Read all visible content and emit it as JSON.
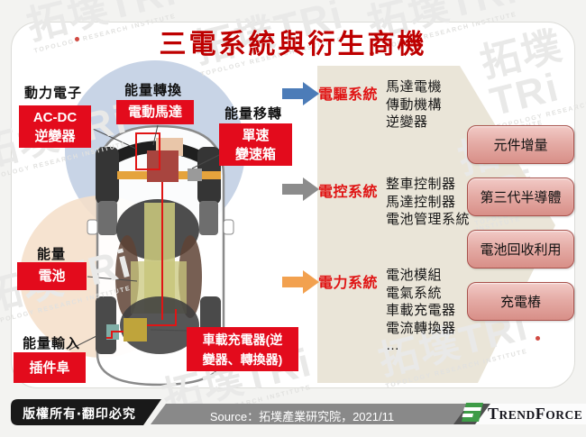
{
  "title": "三電系統與衍生商機",
  "watermark": {
    "brand": "拓墣TRi",
    "subtitle": "TOPOLOGY RESEARCH INSTITUTE"
  },
  "car_labels": {
    "power_electronics": {
      "caption": "動力電子",
      "line1": "AC-DC",
      "line2": "逆變器"
    },
    "energy_conversion": {
      "caption": "能量轉換",
      "line1": "電動馬達"
    },
    "energy_transfer": {
      "caption": "能量移轉",
      "line1": "單速",
      "line2": "變速箱"
    },
    "energy": {
      "caption": "能量",
      "line1": "電池"
    },
    "energy_input": {
      "caption": "能量輸入",
      "line1": "插件阜"
    },
    "onboard_charger": {
      "line1": "車載充電器(逆",
      "line2": "變器、轉換器)"
    }
  },
  "systems": [
    {
      "name": "電驅系統",
      "arrow_color": "#4c7cb8",
      "items": [
        "馬達電機",
        "傳動機構",
        "逆變器"
      ]
    },
    {
      "name": "電控系統",
      "arrow_color": "#8c8c8c",
      "items": [
        "整車控制器",
        "馬達控制器",
        "電池管理系統"
      ]
    },
    {
      "name": "電力系統",
      "arrow_color": "#f2a14f",
      "items": [
        "電池模組",
        "電氣系統",
        "車載充電器",
        "電流轉換器",
        "…"
      ]
    }
  ],
  "opportunities": [
    {
      "label": "元件增量"
    },
    {
      "label": "第三代半導體"
    },
    {
      "label": "電池回收利用"
    },
    {
      "label": "充電樁"
    }
  ],
  "footer": {
    "copyright": "版權所有‧翻印必究",
    "source": "Source：拓墣產業研究院，2021/11",
    "brand": "TRENDFORCE",
    "brand_t": "T",
    "brand_rend": "REND",
    "brand_f": "F",
    "brand_orce": "ORCE"
  },
  "colors": {
    "title": "#be0000",
    "label_box": "#e30b1c",
    "system_name": "#e01414",
    "panel": "#eae5d8",
    "button_border": "#a8514b",
    "logo_green": "#3e9c47"
  }
}
